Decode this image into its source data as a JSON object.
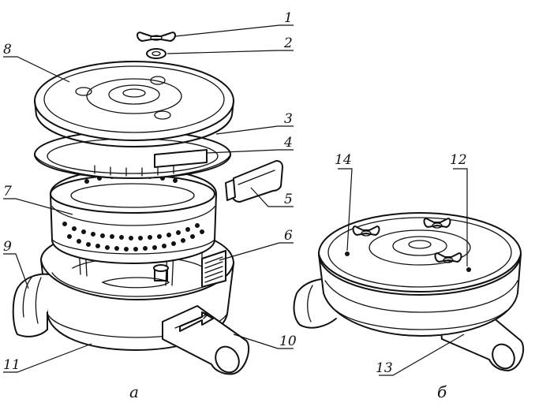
{
  "callouts": {
    "c1": "1",
    "c2": "2",
    "c3": "3",
    "c4": "4",
    "c5": "5",
    "c6": "6",
    "c7": "7",
    "c8": "8",
    "c9": "9",
    "c10": "10",
    "c11": "11",
    "c12": "12",
    "c13": "13",
    "c14": "14"
  },
  "views": {
    "exploded": "а",
    "assembled": "б"
  }
}
